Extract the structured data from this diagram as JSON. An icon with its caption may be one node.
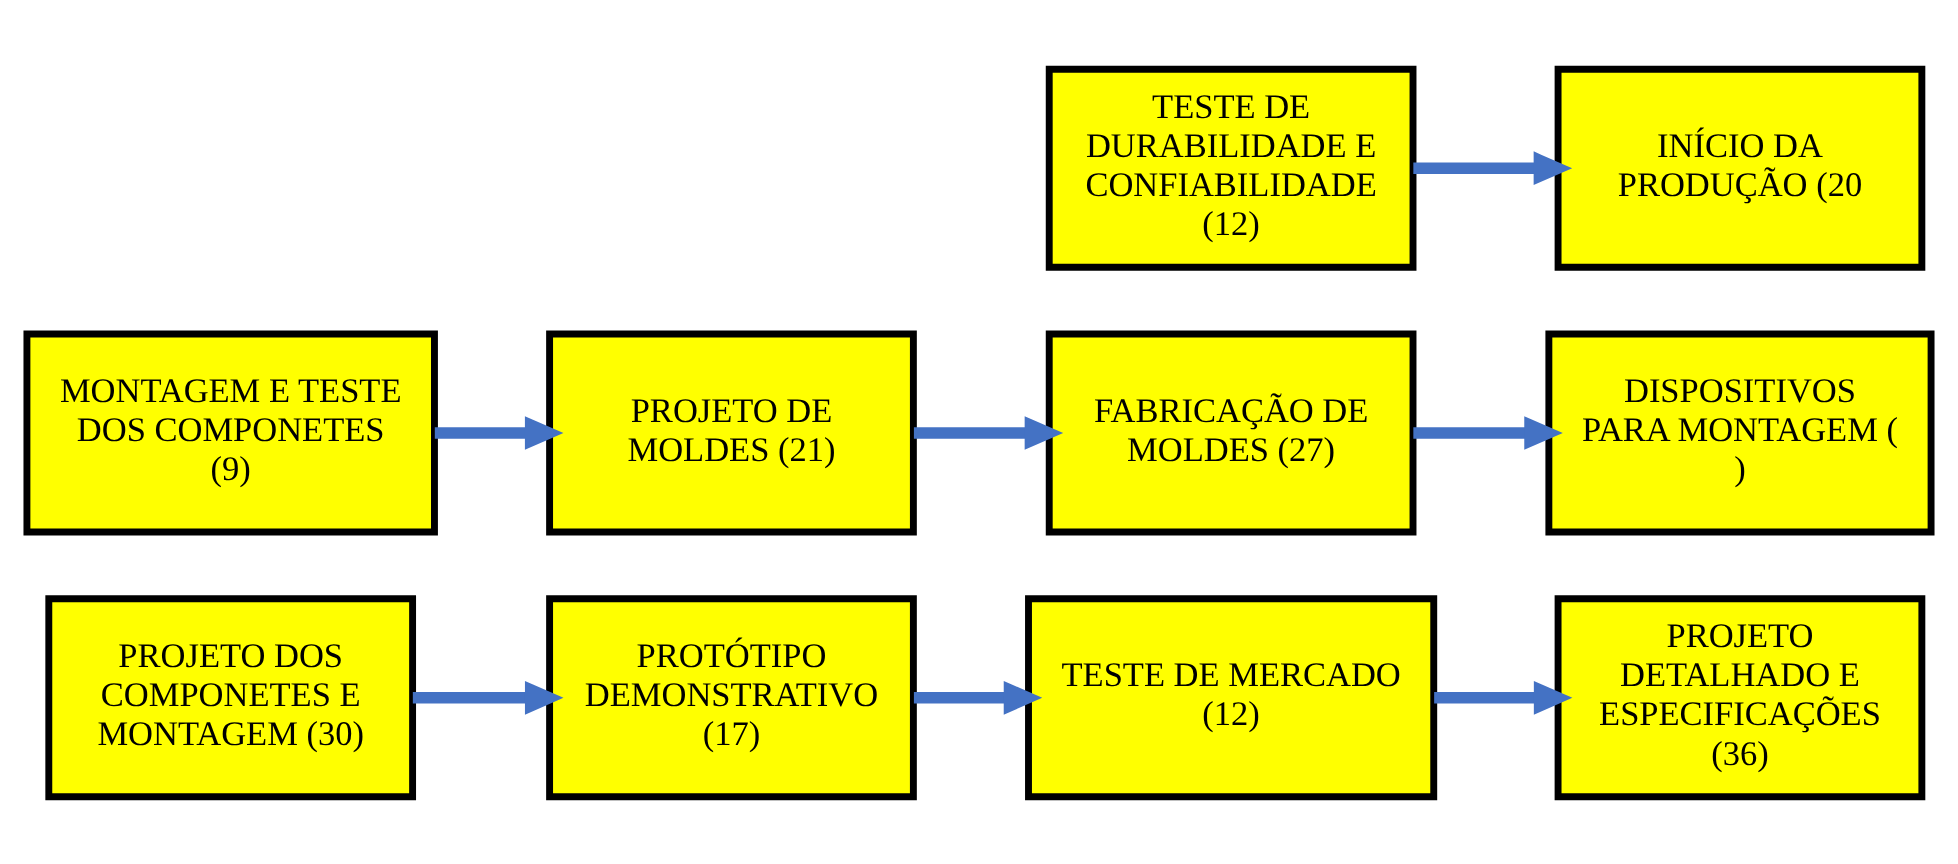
{
  "diagram": {
    "nodes": [
      {
        "text": [
          "PROJETO DOS COMPONETES E MONTAGEM (30)"
        ]
      },
      {
        "text": [
          "PROTÓTIPO DEMONSTRATIVO (17)"
        ]
      },
      {
        "text": [
          "TESTE DE MERCADO (12)"
        ]
      },
      {
        "text": [
          "PROJETO DETALHADO E ESPECIFICAÇÕES (36)"
        ]
      },
      {
        "text": [
          "MONTAGEM E TESTE DOS COMPONETES (9)"
        ]
      },
      {
        "text": [
          "PROJETO DE MOLDES (21)"
        ]
      },
      {
        "text": [
          "FABRICAÇÃO DE MOLDES (27)"
        ]
      },
      {
        "text": [
          "DISPOSITIVOS PARA MONTAGEM ( )"
        ]
      },
      {
        "text": [
          "TESTE DE DURABILIDADE E CONFIABILIDADE (12)"
        ]
      },
      {
        "text": [
          "INÍCIO DA PRODUÇÃO (20"
        ]
      }
    ],
    "edges": [
      {
        "from": 0,
        "to": 1,
        "arrow": "to"
      },
      {
        "from": 1,
        "to": 2,
        "arrow": "to"
      },
      {
        "from": 2,
        "to": 3,
        "arrow": "to"
      },
      {
        "from": 4,
        "to": 5,
        "arrow": "to"
      },
      {
        "from": 5,
        "to": 6,
        "arrow": "to"
      },
      {
        "from": 6,
        "to": 7,
        "arrow": "to"
      },
      {
        "from": 8,
        "to": 9,
        "arrow": "to"
      }
    ]
  }
}
